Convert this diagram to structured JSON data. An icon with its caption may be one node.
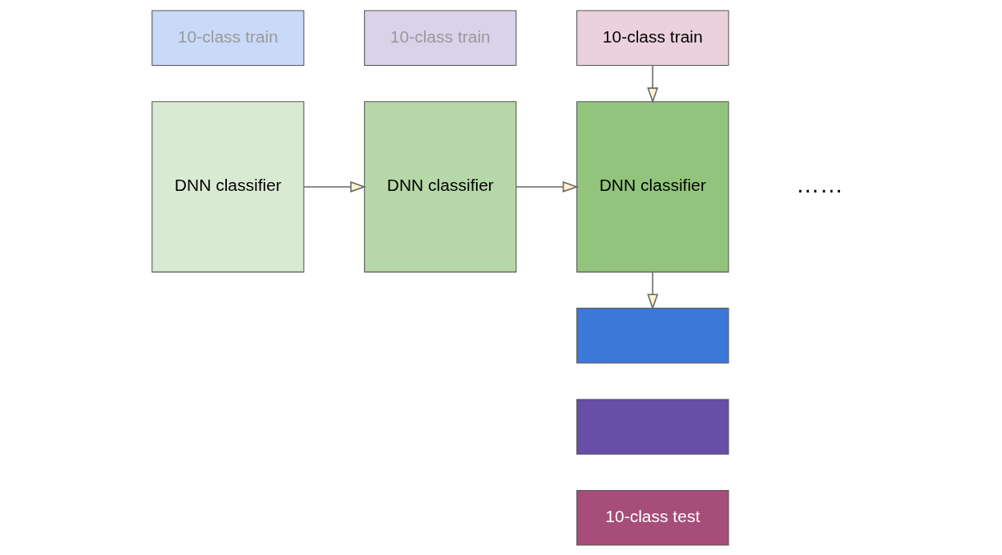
{
  "diagram": {
    "nodes": [
      {
        "text": [
          "10-class train"
        ]
      },
      {
        "text": [
          "10-class train"
        ]
      },
      {
        "text": [
          "10-class train"
        ]
      },
      {
        "text": [
          "DNN classifier"
        ]
      },
      {
        "text": [
          "DNN classifier"
        ]
      },
      {
        "text": [
          "DNN classifier"
        ]
      },
      {
        "text": [],
        "shape": "box"
      },
      {
        "text": [],
        "shape": "box"
      },
      {
        "text": [
          "10-class test"
        ]
      }
    ],
    "edges": [
      {
        "from": 3,
        "to": 4,
        "arrow": "to"
      },
      {
        "from": 4,
        "to": 5,
        "arrow": "to"
      },
      {
        "from": 2,
        "to": 5,
        "arrow": "to"
      },
      {
        "from": 5,
        "to": 6,
        "arrow": "to"
      }
    ],
    "labels": [
      "……"
    ]
  }
}
